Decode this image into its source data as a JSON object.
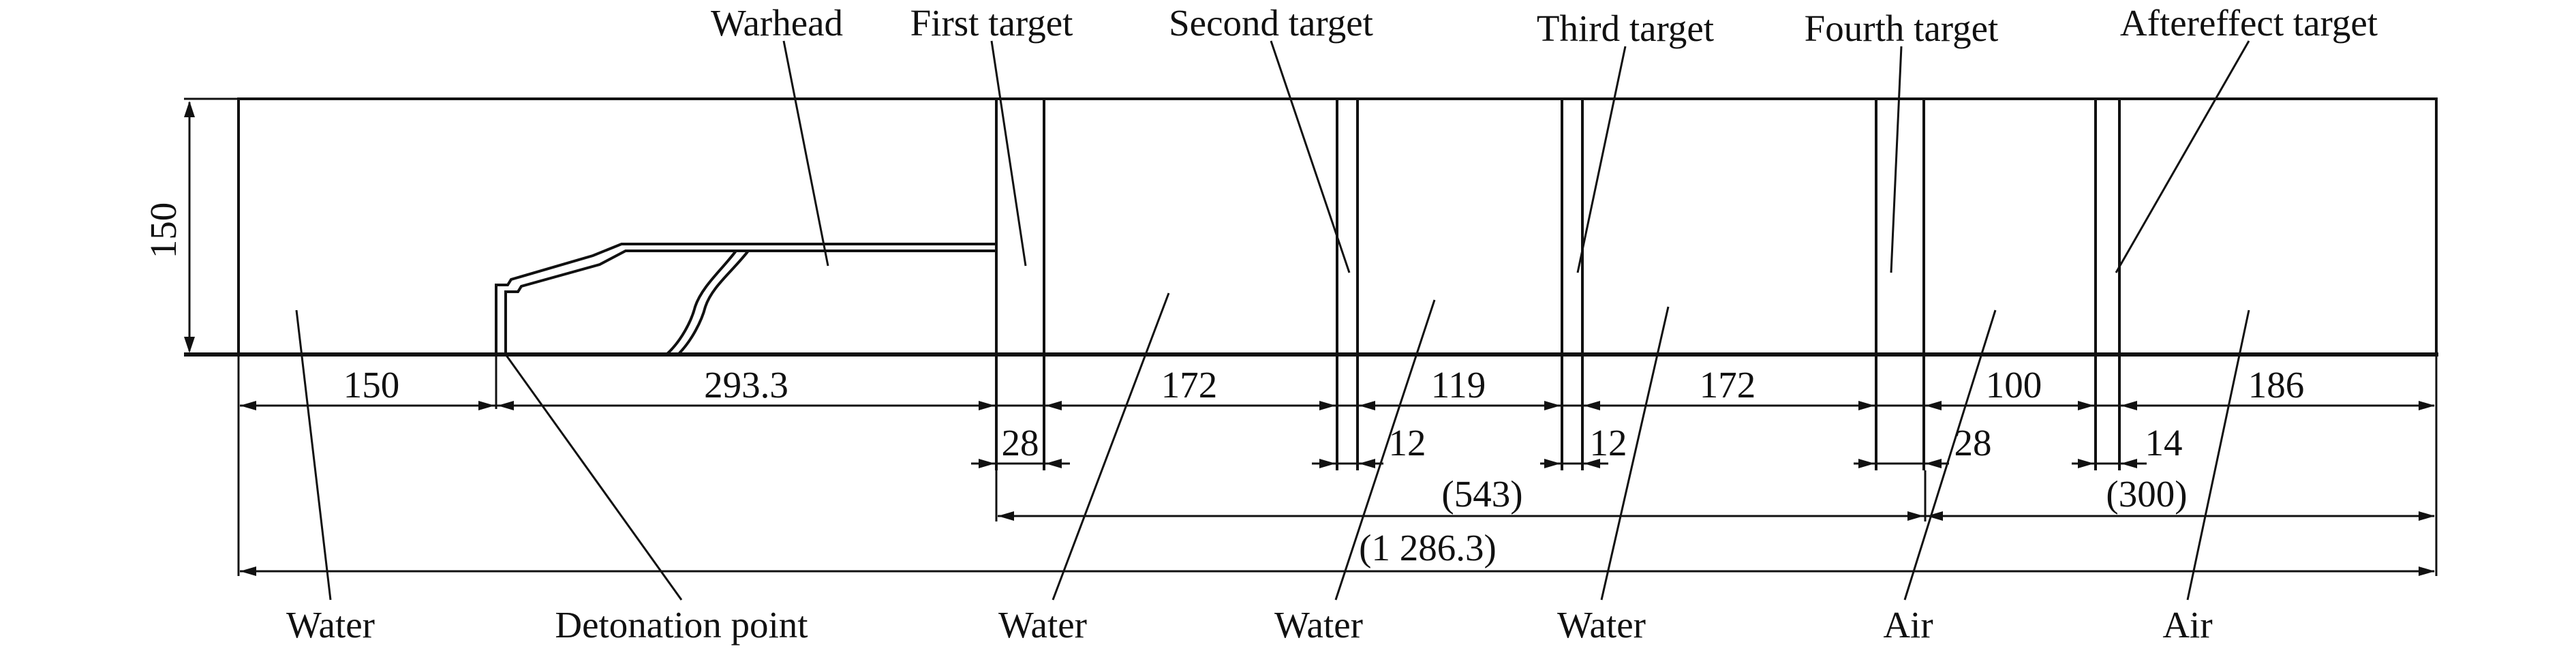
{
  "labels": {
    "warhead": "Warhead",
    "first_target": "First target",
    "second_target": "Second target",
    "third_target": "Third target",
    "fourth_target": "Fourth target",
    "aftereffect_target": "Aftereffect target",
    "water_1": "Water",
    "detonation_point": "Detonation point",
    "water_2": "Water",
    "water_3": "Water",
    "water_4": "Water",
    "air_1": "Air",
    "air_2": "Air"
  },
  "dimensions": {
    "height": "150",
    "seg_150": "150",
    "seg_293": "293.3",
    "seg_172a": "172",
    "seg_119": "119",
    "seg_172b": "172",
    "seg_100": "100",
    "seg_186": "186",
    "t_28a": "28",
    "t_12a": "12",
    "t_12b": "12",
    "t_28b": "28",
    "t_14": "14",
    "span_543": "(543)",
    "span_300": "(300)",
    "span_total": "(1 286.3)"
  }
}
